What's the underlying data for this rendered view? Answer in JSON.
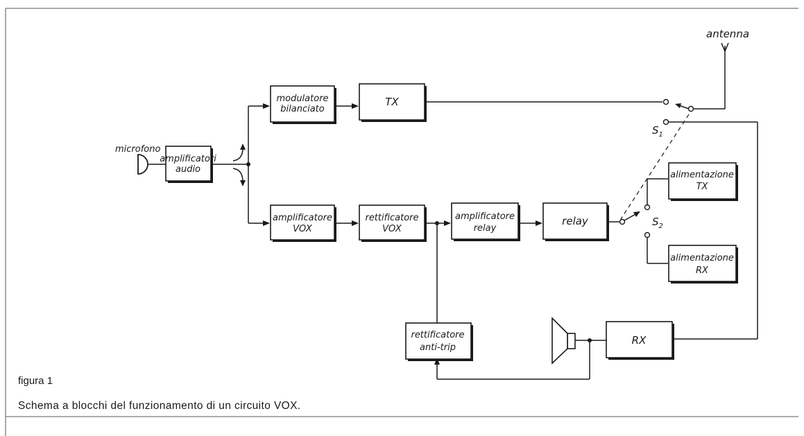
{
  "diagram": {
    "blocks": {
      "amp_audio": [
        "amplificatori",
        "audio"
      ],
      "modulatore": [
        "modulatore",
        "bilanciato"
      ],
      "tx": [
        "TX"
      ],
      "amp_vox": [
        "amplificatore",
        "VOX"
      ],
      "rett_vox": [
        "rettificatore",
        "VOX"
      ],
      "amp_relay": [
        "amplificatore",
        "relay"
      ],
      "relay": [
        "relay"
      ],
      "alim_tx": [
        "alimentazione",
        "TX"
      ],
      "alim_rx": [
        "alimentazione",
        "RX"
      ],
      "rett_anti": [
        "rettificatore",
        "anti-trip"
      ],
      "rx": [
        "RX"
      ]
    },
    "labels": {
      "microfono": "microfono",
      "antenna": "antenna",
      "s1": "S",
      "s1_sub": "1",
      "s2": "S",
      "s2_sub": "2"
    }
  },
  "caption": {
    "number": "figura 1",
    "text": "Schema a blocchi del funzionamento di un circuito VOX."
  }
}
